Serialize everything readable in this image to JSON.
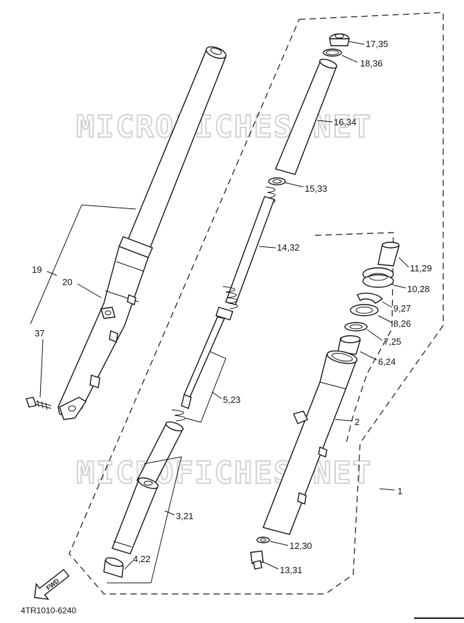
{
  "watermark": "MICROFICHES.NET",
  "diagram_code": "4TR1010-6240",
  "fwd_label": "FWD",
  "callouts": {
    "c17": "17,35",
    "c18": "18,36",
    "c16": "16,34",
    "c15": "15,33",
    "c14": "14,32",
    "c11": "11,29",
    "c10": "10,28",
    "c9": "9,27",
    "c8": "8,26",
    "c7": "7,25",
    "c6": "6,24",
    "c5": "5,23",
    "c2": "2",
    "c1": "1",
    "c3": "3,21",
    "c4": "4,22",
    "c12": "12,30",
    "c13": "13,31",
    "c19": "19",
    "c20": "20",
    "c37": "37"
  }
}
